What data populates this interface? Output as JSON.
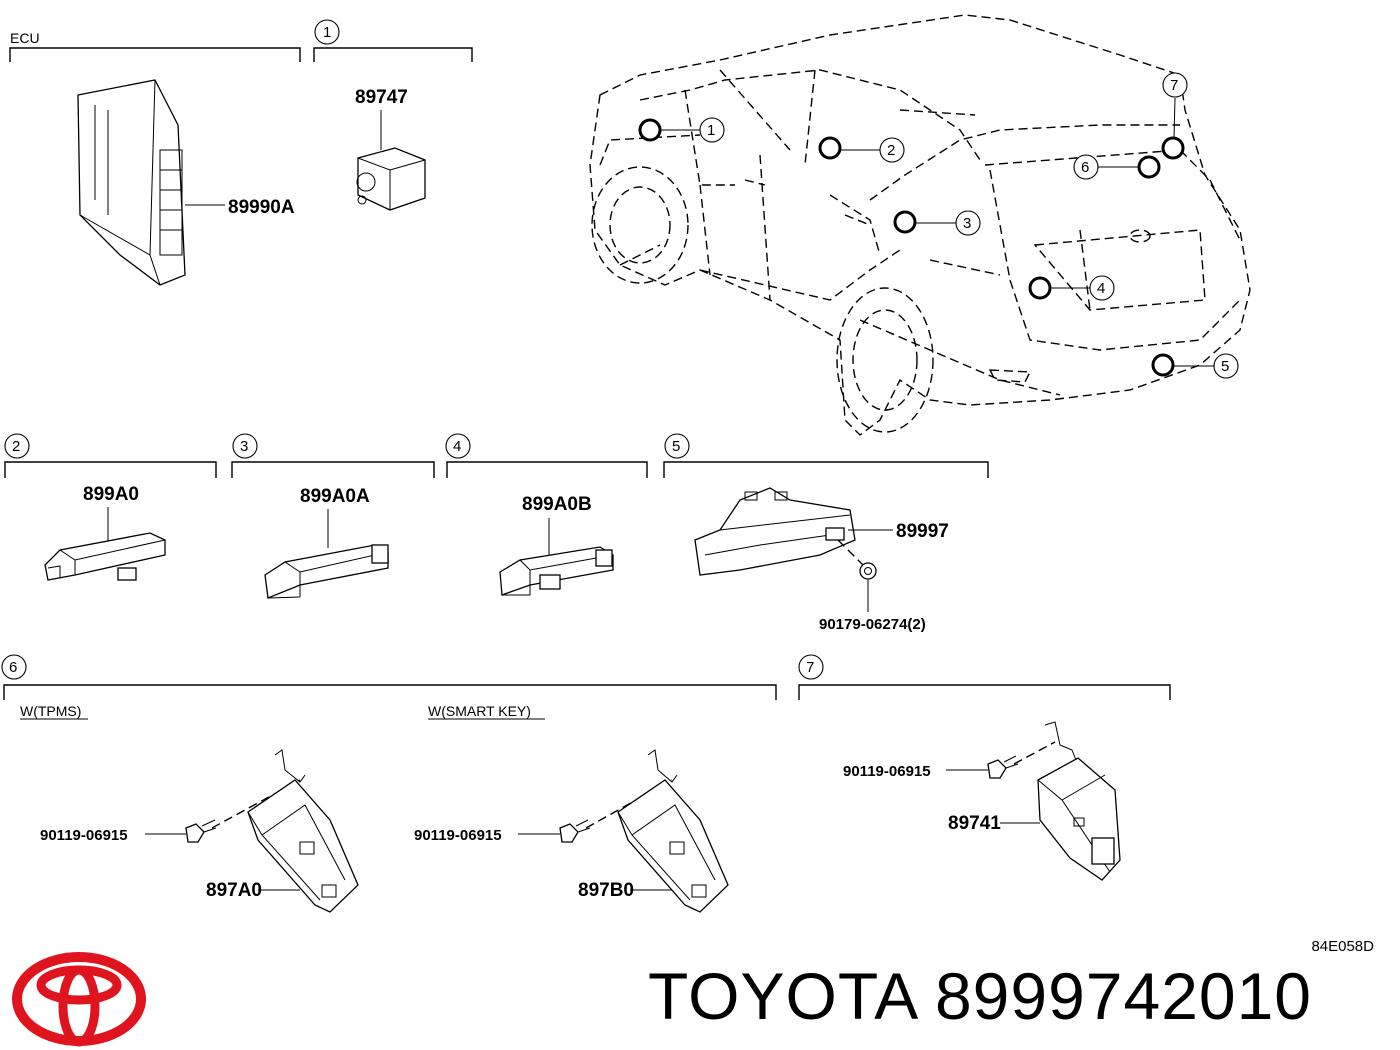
{
  "sections": {
    "ecu": "ECU",
    "s1": "1",
    "s2": "2",
    "s3": "3",
    "s4": "4",
    "s5": "5",
    "s6": "6",
    "s7": "7"
  },
  "parts": {
    "p89990A": "89990A",
    "p89747": "89747",
    "p899A0": "899A0",
    "p899A0A": "899A0A",
    "p899A0B": "899A0B",
    "p89997": "89997",
    "p90179": "90179-06274(2)",
    "p897A0": "897A0",
    "p897B0": "897B0",
    "p89741": "89741",
    "p90119a": "90119-06915",
    "p90119b": "90119-06915",
    "p90119c": "90119-06915"
  },
  "variants": {
    "tpms": "W(TPMS)",
    "smart_key": "W(SMART KEY)"
  },
  "car_callouts": [
    "1",
    "2",
    "3",
    "4",
    "5",
    "6",
    "7"
  ],
  "diagram_code": "84E058D",
  "brand": {
    "text": "TOYOTA 8999742010",
    "logo_color": "#e0141e"
  }
}
